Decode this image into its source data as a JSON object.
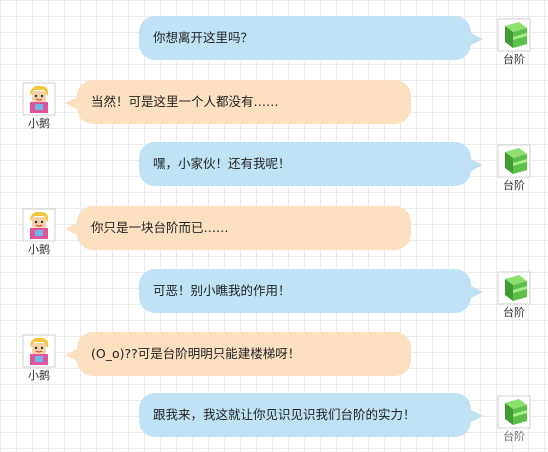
{
  "speakers": {
    "step": "台阶",
    "girl": "小鹅"
  },
  "messages": [
    {
      "side": "right",
      "speaker": "台阶",
      "text": "你想离开这里吗？"
    },
    {
      "side": "left",
      "speaker": "小鹅",
      "text": "当然！可是这里一个人都没有……"
    },
    {
      "side": "right",
      "speaker": "台阶",
      "text": "嘿，小家伙！还有我呢！"
    },
    {
      "side": "left",
      "speaker": "小鹅",
      "text": "你只是一块台阶而已……"
    },
    {
      "side": "right",
      "speaker": "台阶",
      "text": "可恶！别小瞧我的作用！"
    },
    {
      "side": "left",
      "speaker": "小鹅",
      "text": "(O_o)??可是台阶明明只能建楼梯呀！"
    },
    {
      "side": "right",
      "speaker": "台阶",
      "text": "跟我来，我这就让你见识见识我们台阶的实力！"
    }
  ],
  "colors": {
    "right_bubble": "#bfe2f5",
    "left_bubble": "#fde0c0",
    "step_green": "#5cc04a"
  },
  "icons": {
    "step": "green-step-block-icon",
    "girl": "blonde-girl-avatar-icon"
  }
}
